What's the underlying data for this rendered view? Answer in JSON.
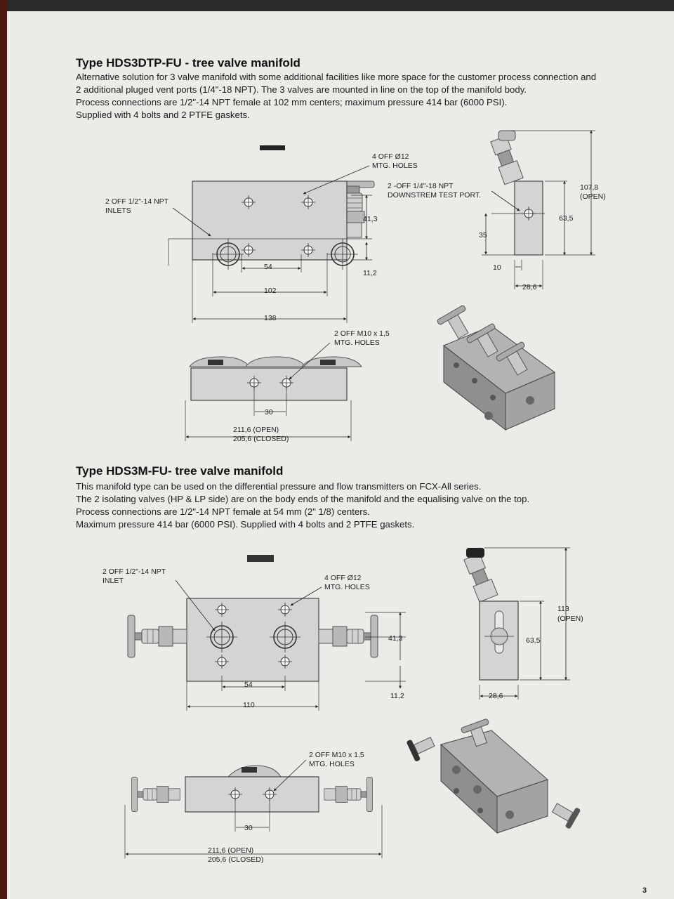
{
  "page_number": "3",
  "section1": {
    "title": "Type HDS3DTP-FU - tree valve manifold",
    "description": [
      "Alternative solution for 3 valve manifold with some additional facilities like more space for the customer process connection and",
      "2 additional pluged vent ports (1/4\"-18 NPT). The 3 valves are mounted in line on the top of the manifold body.",
      "Process connections are 1/2\"-14 NPT female at 102 mm centers; maximum pressure 414 bar (6000 PSI).",
      "Supplied with 4 bolts and 2 PTFE gaskets."
    ],
    "front": {
      "mtg_holes_1": "4 OFF Ø12",
      "mtg_holes_2": "MTG. HOLES",
      "inlets_1": "2 OFF 1/2\"-14 NPT",
      "inlets_2": "INLETS",
      "dim_height": "41,3",
      "dim_offset": "11,2",
      "dim_54": "54",
      "dim_102": "102",
      "dim_138": "138"
    },
    "side": {
      "test_port_1": "2 -OFF 1/4\"-18 NPT",
      "test_port_2": "DOWNSTREM TEST PORT.",
      "dim_open_1": "107,8",
      "dim_open_2": "(OPEN)",
      "dim_635": "63,5",
      "dim_35": "35",
      "dim_10": "10",
      "dim_286": "28,6"
    },
    "bottom": {
      "mtg_1": "2 OFF M10 x 1,5",
      "mtg_2": "MTG. HOLES",
      "dim_30": "30",
      "dim_open": "211,6 (OPEN)",
      "dim_closed": "205,6 (CLOSED)"
    }
  },
  "section2": {
    "title": "Type HDS3M-FU- tree valve manifold",
    "description": [
      "This manifold type can be used on the differential pressure and flow transmitters on FCX-All series.",
      "The 2 isolating valves (HP & LP side) are on the body ends of the manifold and the equalising valve on the top.",
      "Process connections are 1/2\"-14 NPT female at 54 mm (2\" 1/8) centers.",
      "Maximum pressure 414 bar (6000 PSI). Supplied with 4 bolts and 2 PTFE gaskets."
    ],
    "front": {
      "inlet_1": "2 OFF 1/2\"-14 NPT",
      "inlet_2": "INLET",
      "mtg_holes_1": "4 OFF Ø12",
      "mtg_holes_2": "MTG. HOLES",
      "dim_height": "41,3",
      "dim_offset": "11,2",
      "dim_54": "54",
      "dim_110": "110"
    },
    "side": {
      "dim_open_1": "113",
      "dim_open_2": "(OPEN)",
      "dim_635": "63,5",
      "dim_286": "28,6"
    },
    "bottom": {
      "mtg_1": "2 OFF M10 x 1,5",
      "mtg_2": "MTG. HOLES",
      "dim_30": "30",
      "dim_open": "211,6 (OPEN)",
      "dim_closed": "205,6 (CLOSED)"
    }
  }
}
